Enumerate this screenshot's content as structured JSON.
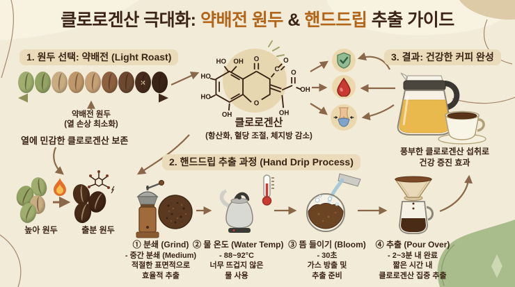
{
  "title": {
    "part1": "클로로겐산 극대화: ",
    "part2": "약배전 원두",
    "part3": " & ",
    "part4": "핸드드립",
    "part5": " 추출 가이드"
  },
  "section1": {
    "header": "1. 원두 선택: 약배전 (Light Roast)",
    "beans": [
      {
        "color": "#9fae6e"
      },
      {
        "color": "#93a364"
      },
      {
        "color": "#c9ad82"
      },
      {
        "color": "#bf986a"
      },
      {
        "color": "#c6a076"
      },
      {
        "color": "#8d6140"
      },
      {
        "color": "#6d4930"
      },
      {
        "color": "#462c1c",
        "mark": "×"
      },
      {
        "color": "#3a2417"
      }
    ],
    "pointer_label": "약배전 원두",
    "pointer_sub": "(열 손상 최소화)",
    "note": "열에 민감한 클로로겐산 보존"
  },
  "molecule": {
    "name": "클로로겐산",
    "benefits": "(항산화, 혈당 조절, 체지방 감소)",
    "atoms": [
      "HO",
      "OH",
      "O",
      "HO",
      "HO",
      "OH",
      "O",
      "C",
      "O",
      "O",
      "OH",
      "OH"
    ]
  },
  "benefit_icons": [
    {
      "name": "antioxidant-shield"
    },
    {
      "name": "blood-sugar-drop"
    },
    {
      "name": "body-fat-waist"
    }
  ],
  "section3": {
    "header": "3. 결과: 건강한 커피 완성",
    "caption1": "풍부한 클로로겐산 섭취로",
    "caption2": "건강 증진 효과"
  },
  "section2": {
    "header": "2. 핸드드립 추출 과정 (Hand Drip Process)",
    "roast_labels": {
      "left": "높아 원두",
      "right": "출분 원두"
    },
    "steps": [
      {
        "title": "① 분쇄 (Grind)",
        "line1": "- 중간 분쇄 (Medium)",
        "line2": "적절한 표면적으로",
        "line3": "효율적 추출"
      },
      {
        "title": "② 물 온도 (Water Temp)",
        "line1": "- 88~92°C",
        "line2": "너무 뜨겁지 않은",
        "line3": "물 사용"
      },
      {
        "title": "③ 뜸 들이기 (Bloom)",
        "line1": "- 30초",
        "line2": "가스 방출 및",
        "line3": "추출 준비"
      },
      {
        "title": "④ 추출 (Pour Over)",
        "line1": "- 2~3분 내 완료",
        "line2": "짧은 시간 내",
        "line3": "클로로겐산 집중 추출"
      }
    ]
  },
  "colors": {
    "background": "#f2ebd8",
    "accent_orange": "#b26418",
    "text_dark": "#3b2415",
    "arrow_brown": "#8a6748",
    "highlight_pill": "#eadcba",
    "green_blob": "#a9bd8c",
    "molecule_circle": "#e5d4a9",
    "icon_circle": "#ecd8ad"
  }
}
